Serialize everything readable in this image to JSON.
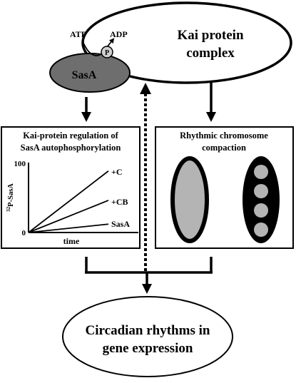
{
  "kai_complex": {
    "label_line1": "Kai protein",
    "label_line2": "complex"
  },
  "sasa": {
    "label": "SasA",
    "atp": "ATP",
    "adp": "ADP",
    "phosphate": "P"
  },
  "left_panel": {
    "title_line1": "Kai-protein regulation of",
    "title_line2": "SasA autophosphorylation",
    "ylabel_superscript": "32",
    "ylabel_rest": "P-SasA",
    "xlabel": "time",
    "y_tick_max": "100",
    "y_tick_min": "0"
  },
  "right_panel": {
    "title_line1": "Rhythmic chromosome",
    "title_line2": "compaction"
  },
  "output": {
    "label_line1": "Circadian rhythms in",
    "label_line2": "gene expression"
  },
  "chart_data": {
    "type": "line",
    "title": "Kai-protein regulation of SasA autophosphorylation",
    "xlabel": "time",
    "ylabel": "32P-SasA",
    "ylim": [
      0,
      100
    ],
    "series": [
      {
        "name": "+C",
        "x": [
          0,
          1
        ],
        "values": [
          0,
          88
        ]
      },
      {
        "name": "+CB",
        "x": [
          0,
          1
        ],
        "values": [
          0,
          46
        ]
      },
      {
        "name": "SasA",
        "x": [
          0,
          1
        ],
        "values": [
          0,
          12
        ]
      }
    ]
  },
  "colors": {
    "sasa_fill": "#6e6e6e",
    "chromosome_fill": "#b4b4b4",
    "stroke": "#000000"
  }
}
